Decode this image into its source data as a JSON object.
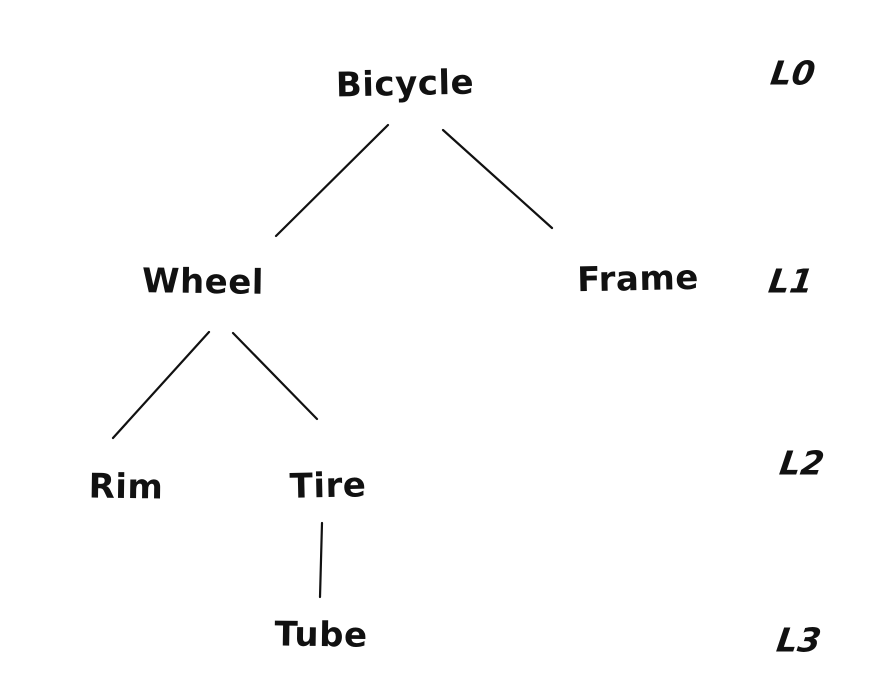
{
  "diagram": {
    "type": "tree",
    "style": "hand-drawn",
    "colors": {
      "ink": "#111111",
      "background": "#ffffff"
    },
    "nodes": [
      {
        "id": "bicycle",
        "label": "Bicycle",
        "level": "L0",
        "parent": null
      },
      {
        "id": "wheel",
        "label": "Wheel",
        "level": "L1",
        "parent": "bicycle"
      },
      {
        "id": "frame",
        "label": "Frame",
        "level": "L1",
        "parent": "bicycle"
      },
      {
        "id": "rim",
        "label": "Rim",
        "level": "L2",
        "parent": "wheel"
      },
      {
        "id": "tire",
        "label": "Tire",
        "level": "L2",
        "parent": "wheel"
      },
      {
        "id": "tube",
        "label": "Tube",
        "level": "L3",
        "parent": "tire"
      }
    ],
    "edges": [
      {
        "from": "bicycle",
        "to": "wheel"
      },
      {
        "from": "bicycle",
        "to": "frame"
      },
      {
        "from": "wheel",
        "to": "rim"
      },
      {
        "from": "wheel",
        "to": "tire"
      },
      {
        "from": "tire",
        "to": "tube"
      }
    ],
    "level_labels": [
      {
        "label": "L0"
      },
      {
        "label": "L1"
      },
      {
        "label": "L2"
      },
      {
        "label": "L3"
      }
    ]
  }
}
